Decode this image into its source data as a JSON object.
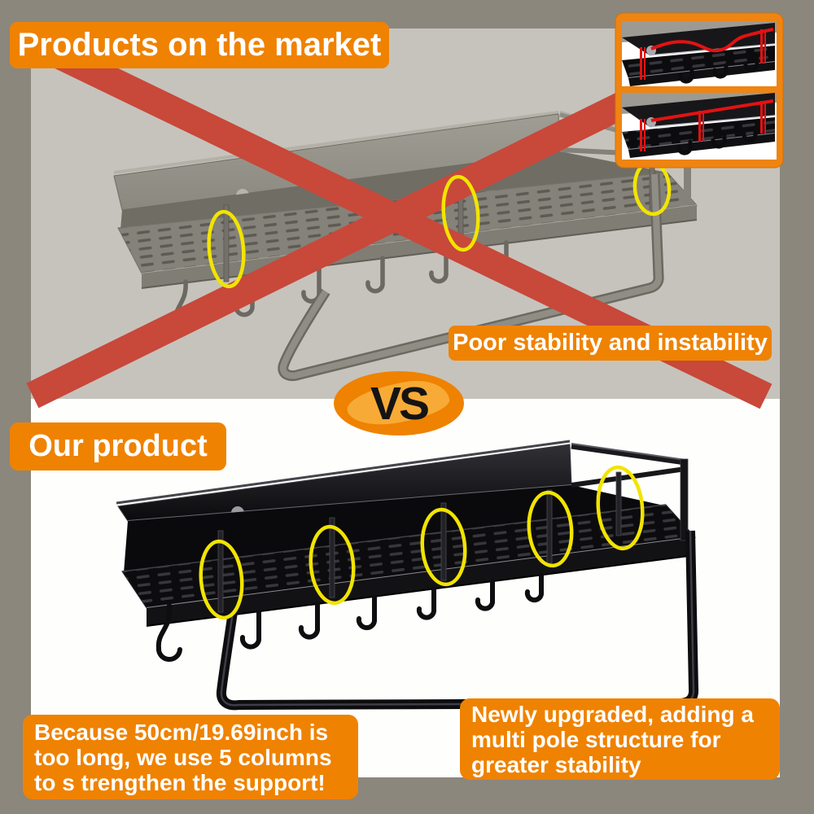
{
  "colors": {
    "background": "#8B877D",
    "market_panel": "#C6C3BC",
    "our_panel": "#FEFEFD",
    "banner_orange": "#EF8200",
    "cross_red": "#C8483A",
    "highlight_yellow": "#F2E400",
    "inset_red": "#E21212",
    "market_product_gray": "#8A877E",
    "our_product_black": "#121214",
    "vs_splash": "#F8AE3C"
  },
  "market_section": {
    "title": "Products on the market",
    "caption": "Poor stability and instability"
  },
  "vs_label": "VS",
  "our_section": {
    "title": "Our product",
    "left_note": [
      "Because 50cm/19.69inch is",
      "too long, we use 5 columns",
      "to s trengthen the support!"
    ],
    "right_note": [
      "Newly upgraded, adding a",
      "multi pole structure for",
      "greater stability"
    ]
  }
}
